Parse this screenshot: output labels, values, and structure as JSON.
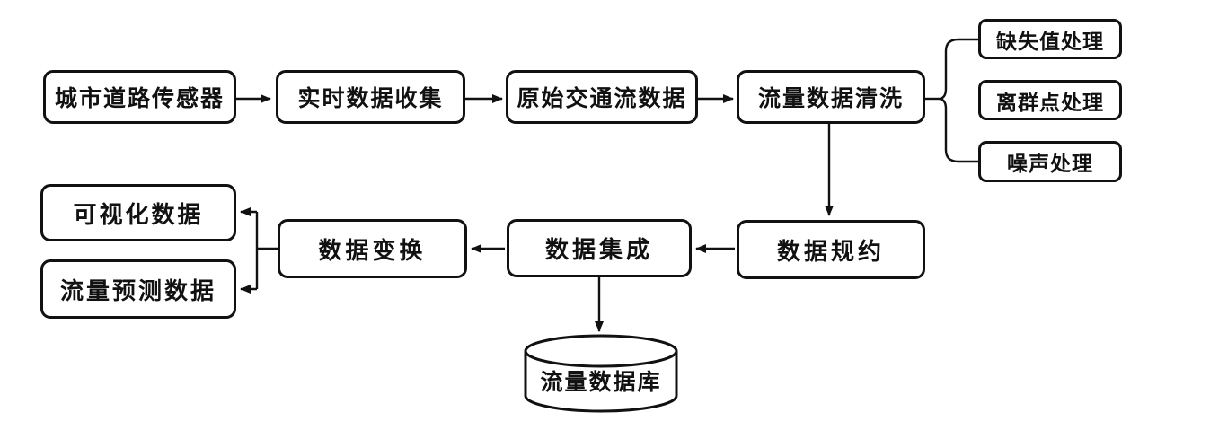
{
  "diagram": {
    "title": "traffic-flow-data-processing-flowchart",
    "colors": {
      "line": "#111111",
      "background": "#ffffff",
      "box_fill": "#ffffff"
    },
    "nodes": {
      "sensor": {
        "label": "城市道路传感器"
      },
      "realtime_collect": {
        "label": "实时数据收集"
      },
      "raw_traffic": {
        "label": "原始交通流数据"
      },
      "data_cleaning": {
        "label": "流量数据清洗"
      },
      "missing_value": {
        "label": "缺失值处理"
      },
      "outlier": {
        "label": "离群点处理"
      },
      "noise": {
        "label": "噪声处理"
      },
      "data_reduction": {
        "label": "数据规约"
      },
      "data_integration": {
        "label": "数据集成"
      },
      "data_transform": {
        "label": "数据变换"
      },
      "visualization": {
        "label": "可视化数据"
      },
      "flow_prediction": {
        "label": "流量预测数据"
      },
      "flow_database": {
        "label": "流量数据库"
      }
    },
    "edges": [
      {
        "from": "sensor",
        "to": "realtime_collect",
        "type": "arrow"
      },
      {
        "from": "realtime_collect",
        "to": "raw_traffic",
        "type": "arrow"
      },
      {
        "from": "raw_traffic",
        "to": "data_cleaning",
        "type": "arrow"
      },
      {
        "from": "data_cleaning",
        "to": "missing_value",
        "type": "line-bracket"
      },
      {
        "from": "data_cleaning",
        "to": "noise",
        "type": "line-bracket"
      },
      {
        "from": "data_cleaning",
        "to": "data_reduction",
        "type": "arrow"
      },
      {
        "from": "data_reduction",
        "to": "data_integration",
        "type": "arrow"
      },
      {
        "from": "data_integration",
        "to": "data_transform",
        "type": "arrow"
      },
      {
        "from": "data_transform",
        "to": "visualization",
        "type": "arrow"
      },
      {
        "from": "data_transform",
        "to": "flow_prediction",
        "type": "arrow"
      },
      {
        "from": "data_integration",
        "to": "flow_database",
        "type": "arrow"
      }
    ]
  }
}
